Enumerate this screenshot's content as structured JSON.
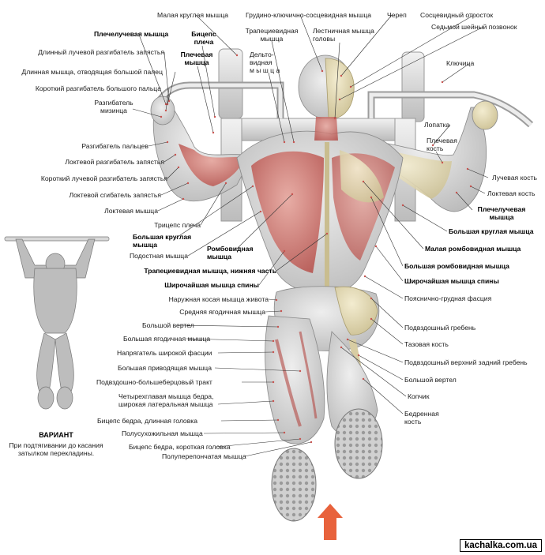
{
  "labels": {
    "malaya_kruglaya_top": "Малая круглая мышца",
    "grudino": "Грудино-ключично-сосцевидная мышца",
    "cherep": "Череп",
    "soscevidny": "Сосцевидный отросток",
    "sedmoy": "Седьмой шейный позвонок",
    "plechelucheva_top": "Плечелучевая мышца",
    "biceps_plecha": "Бицепс\nплеча",
    "trapecievidnaya": "Трапециевидная\nмышца",
    "lestnichnaya": "Лестничная мышца\nголовы",
    "plechevaya_top": "Плечевая\nмышца",
    "deltovidnaya": "Дельто-\nвидная\nм ы ш ц а",
    "klyuchica": "Ключица",
    "dlinny_luchevoy": "Длинный лучевой разгибатель запястья",
    "dlinnaya_otvod": "Длинная мышца, отводящая большой палец",
    "korotky_razgib_palca": "Короткий разгибатель большого пальца",
    "razgib_mizinca": "Разгибатель\nмизинца",
    "lopatka": "Лопатка",
    "plechevaya_kost": "Плечевая\nкость",
    "razgib_palcev": "Разгибатель пальцев",
    "loktevoy_razgib": "Локтевой разгибатель запястья",
    "korotky_luchevoy": "Короткий лучевой разгибатель запястья",
    "loktevoy_sgib": "Локтевой сгибатель запястья",
    "luchevaya_kost": "Лучевая кость",
    "loktevaya_kost": "Локтевая кость",
    "loktevaya_myshca": "Локтевая мышца",
    "plechelucheva_right": "Плечелучевая\nмышца",
    "triceps": "Трицепс плеча",
    "bolshaya_kruglaya_right": "Большая круглая мышца",
    "bolshaya_kruglaya_left": "Большая круглая\nмышца",
    "romboid_left": "Ромбовидная\nмышца",
    "malaya_romb": "Малая ромбовидная мышца",
    "podostnaya": "Подостная мышца",
    "bolshaya_romb": "Большая ромбовидная мышца",
    "trapec_nizh": "Трапециевидная мышца, нижняя часть",
    "shirochaishaya_left": "Широчайшая мышца спины",
    "shirochaishaya_right": "Широчайшая мышца спины",
    "naruzh_kosaya": "Наружная косая мышца живота",
    "poyasnichno": "Пояснично-грудная фасция",
    "srednyaya_yagod": "Средняя ягодичная мышца",
    "bolshoy_vertel_left": "Большой вертел",
    "podvzdoshny_greben": "Подвздошный гребень",
    "bolshaya_yagod": "Большая ягодичная мышца",
    "tazovaya_kost": "Тазовая кость",
    "napryagatel": "Напрягатель широкой фасции",
    "podvzdoshny_verhny": "Подвздошный верхний задний гребень",
    "bolshaya_privod": "Большая приводящая мышца",
    "bolshoy_vertel_right": "Большой вертел",
    "podvzdoshno_trakt": "Подвздошно-большеберцовый тракт",
    "kopchik": "Копчик",
    "chetyrehglavaya": "Четырехглавая мышца бедра,\nширокая латеральная мышца",
    "bedrennaya": "Бедренная\nкость",
    "biceps_bedra_dlin": "Бицепс бедра, длинная головка",
    "polusuhozhilnaya": "Полусухожильная мышца",
    "biceps_bedra_korot": "Бицепс бедра, короткая головка",
    "poluperepon": "Полуперепончатая мышца"
  },
  "variant": {
    "title": "ВАРИАНТ",
    "text": "При подтягивании до касания\nзатылком перекладины."
  },
  "watermark": "kachalka.com.ua",
  "colors": {
    "muscle": "#c7534f",
    "bone": "#e4dcb8",
    "body_grey": "#c9c9c9",
    "arrow": "#e8623c"
  }
}
